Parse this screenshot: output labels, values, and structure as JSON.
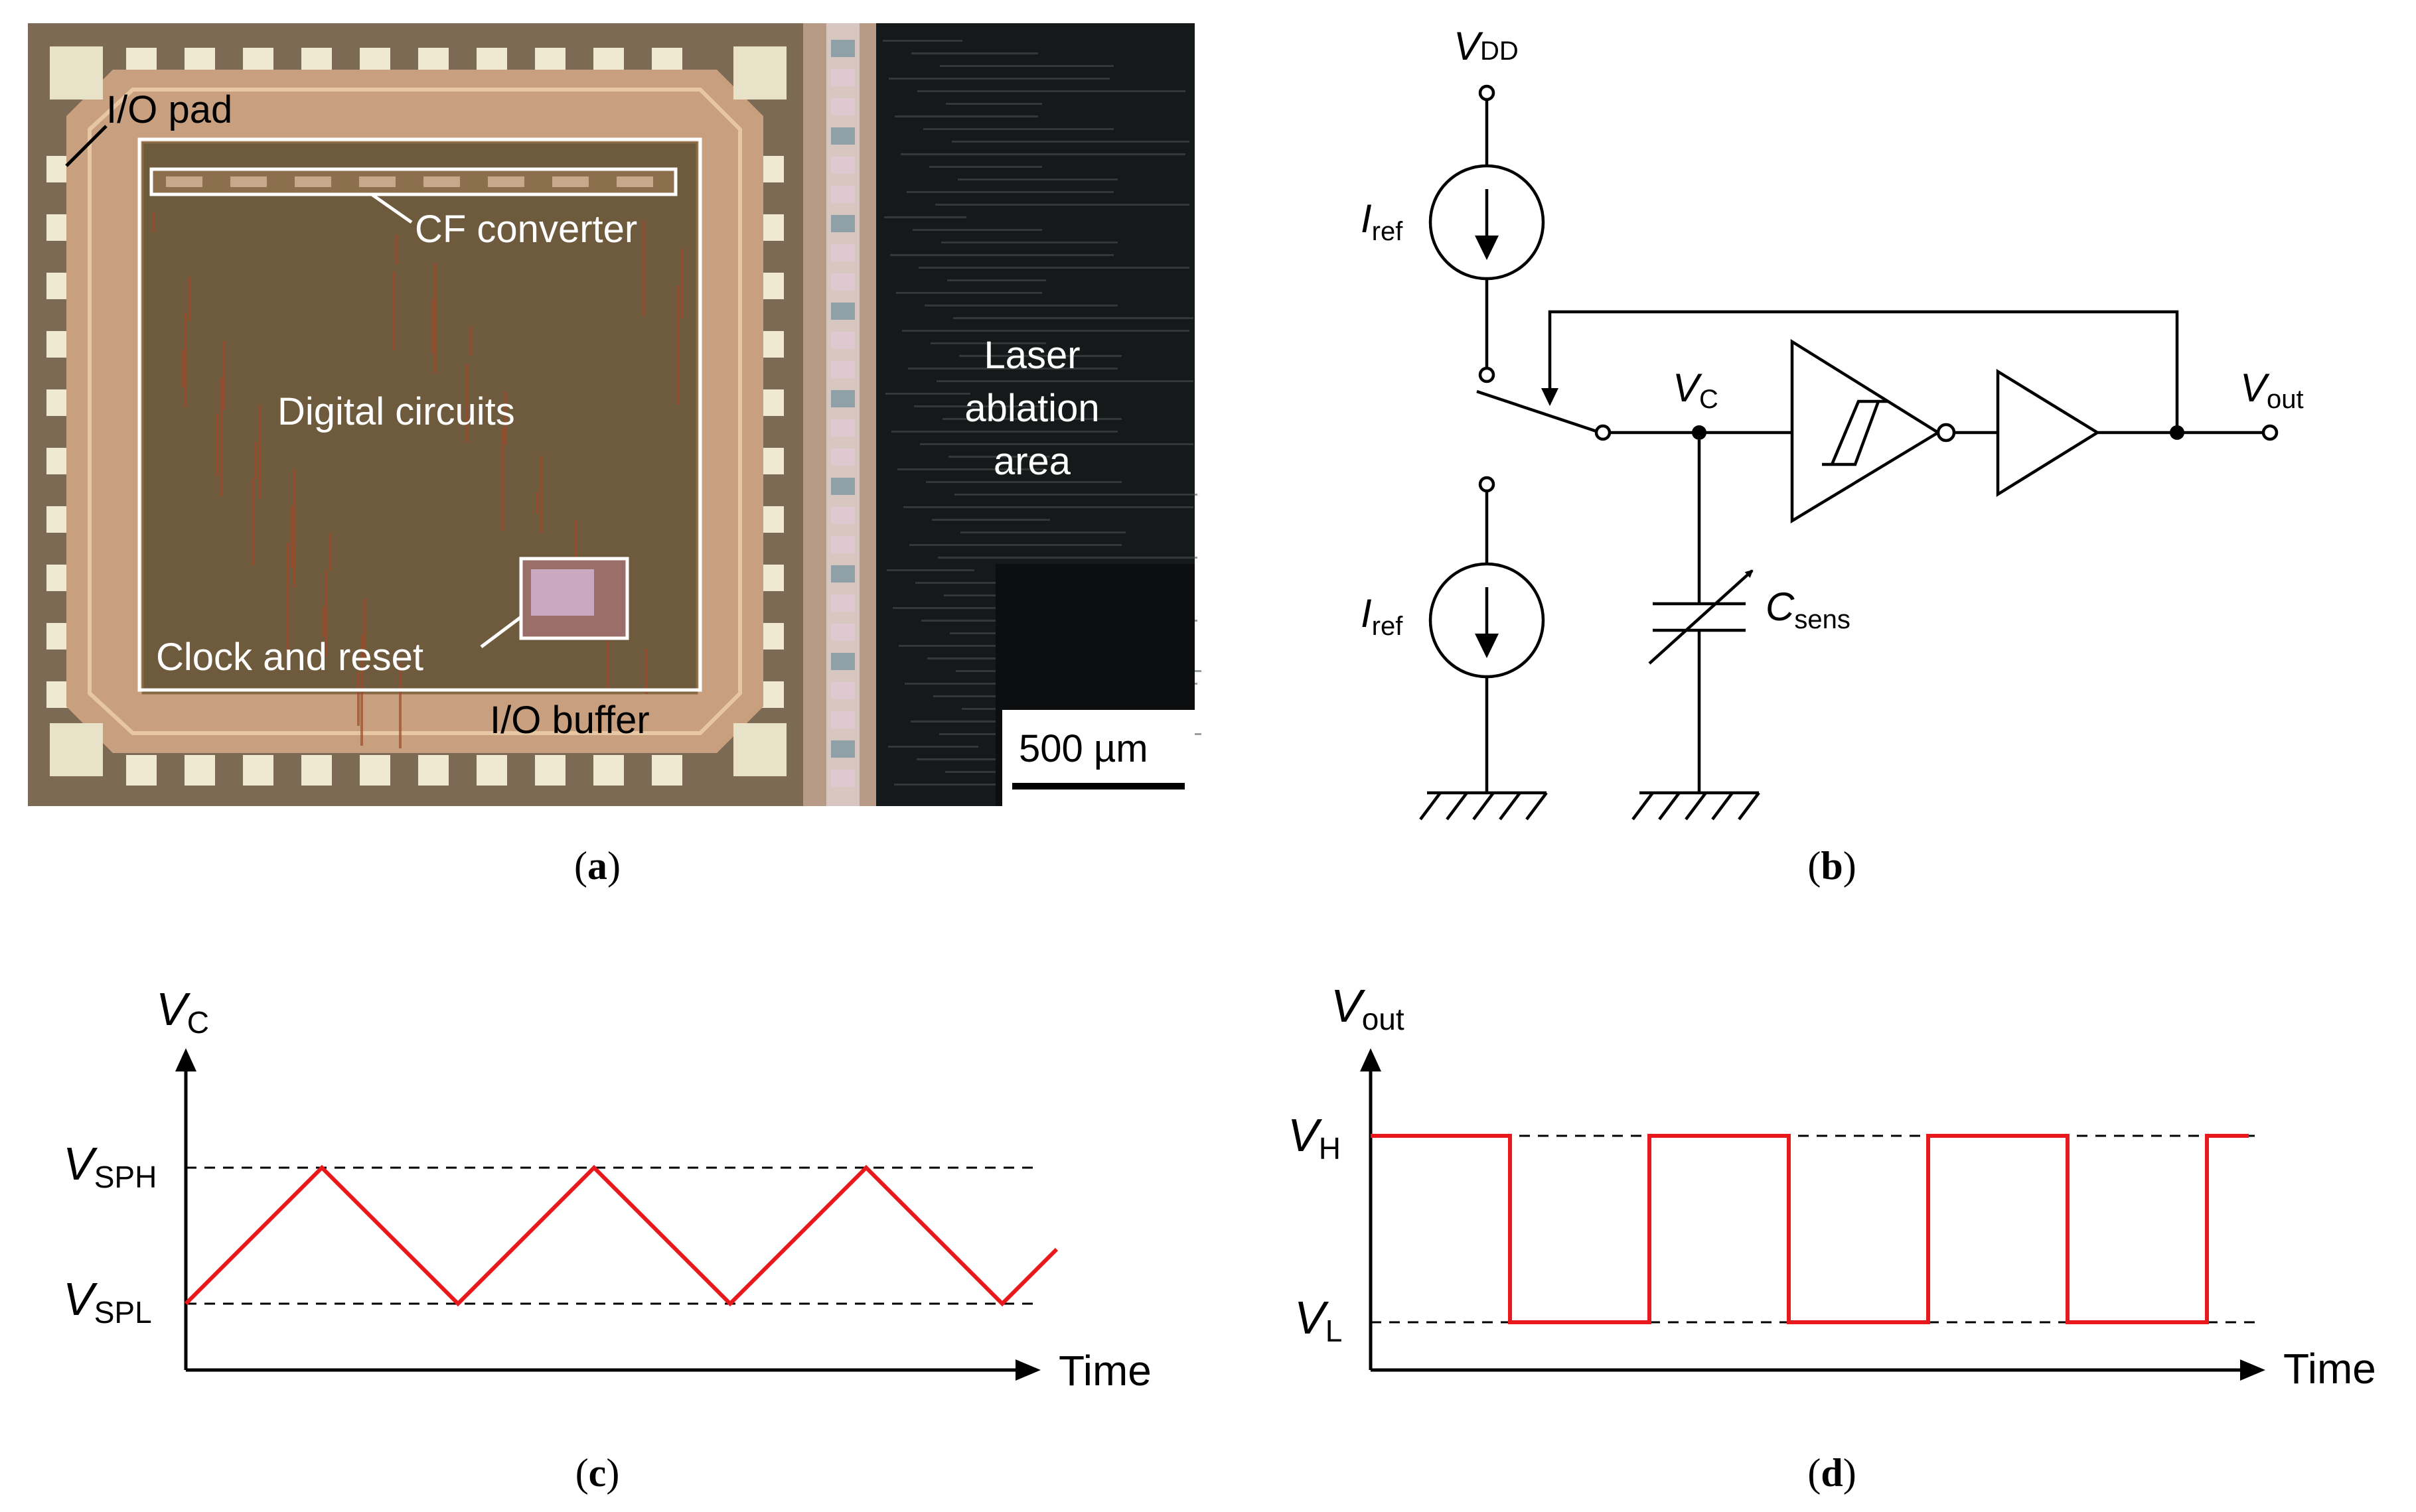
{
  "panels": {
    "a": {
      "caption_letter": "a",
      "labels": {
        "io_pad": "I/O pad",
        "cf_converter": "CF converter",
        "digital": "Digital circuits",
        "clock_reset": "Clock and reset",
        "io_buffer": "I/O buffer",
        "laser": [
          "Laser",
          "ablation",
          "area"
        ],
        "scale": "500 µm"
      }
    },
    "b": {
      "caption_letter": "b",
      "labels": {
        "vdd_main": "V",
        "vdd_sub": "DD",
        "iref_main": "I",
        "iref_sub": "ref",
        "vc_main": "V",
        "vc_sub": "C",
        "vout_main": "V",
        "vout_sub": "out",
        "csens_main": "C",
        "csens_sub": "sens"
      }
    },
    "c": {
      "caption_letter": "c",
      "ylabel_main": "V",
      "ylabel_sub": "C",
      "xlabel": "Time",
      "levels": [
        {
          "main": "V",
          "sub": "SPH"
        },
        {
          "main": "V",
          "sub": "SPL"
        }
      ]
    },
    "d": {
      "caption_letter": "d",
      "ylabel_main": "V",
      "ylabel_sub": "out",
      "xlabel": "Time",
      "levels": [
        {
          "main": "V",
          "sub": "H"
        },
        {
          "main": "V",
          "sub": "L"
        }
      ]
    }
  },
  "colors": {
    "waveform": "#e8191c",
    "chip_core": "#6b5a3a",
    "chip_ring": "#c79a78",
    "laser_bg": "#16191a"
  },
  "chart_data": [
    {
      "type": "line",
      "title": "",
      "xlabel": "Time",
      "ylabel": "VC",
      "shape": "triangle",
      "levels": [
        "VSPL",
        "VSPH"
      ],
      "series": [
        {
          "x": [
            0,
            1,
            2,
            3,
            4,
            5,
            6,
            6.4
          ],
          "y": [
            0,
            1,
            0,
            1,
            0,
            1,
            0,
            0.4
          ]
        }
      ]
    },
    {
      "type": "line",
      "title": "",
      "xlabel": "Time",
      "ylabel": "Vout",
      "shape": "square",
      "levels": [
        "VL",
        "VH"
      ],
      "series": [
        {
          "x": [
            0,
            1,
            1,
            2,
            2,
            3,
            3,
            4,
            4,
            5,
            5,
            6,
            6,
            6.3
          ],
          "y": [
            1,
            1,
            0,
            0,
            1,
            1,
            0,
            0,
            1,
            1,
            0,
            0,
            1,
            1
          ]
        }
      ]
    }
  ]
}
